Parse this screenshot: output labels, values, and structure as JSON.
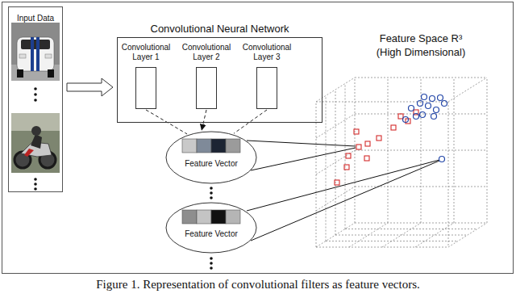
{
  "diagram": {
    "caption": "Figure 1. Representation of convolutional filters as feature vectors.",
    "nodes": [
      {
        "text": [
          "Input Data"
        ]
      },
      {
        "text": [
          "Convolutional Neural Network"
        ]
      },
      {
        "text": [
          "Convolutional Layer 1"
        ],
        "in": 1
      },
      {
        "text": [
          "Convolutional Layer 2"
        ],
        "in": 1
      },
      {
        "text": [
          "Convolutional Layer 3"
        ],
        "in": 1
      },
      {
        "text": [
          "Feature Vector"
        ]
      },
      {
        "text": [
          "Feature Vector"
        ]
      }
    ],
    "edges": [
      {
        "from": 0,
        "to": 1,
        "arrow": "to"
      },
      {
        "from": 2,
        "to": 5,
        "arrow": "none"
      },
      {
        "from": 3,
        "to": 5,
        "arrow": "to"
      },
      {
        "from": 4,
        "to": 5,
        "arrow": "none"
      }
    ],
    "labels": [
      "Feature Space R³",
      "(High Dimensional)"
    ]
  }
}
